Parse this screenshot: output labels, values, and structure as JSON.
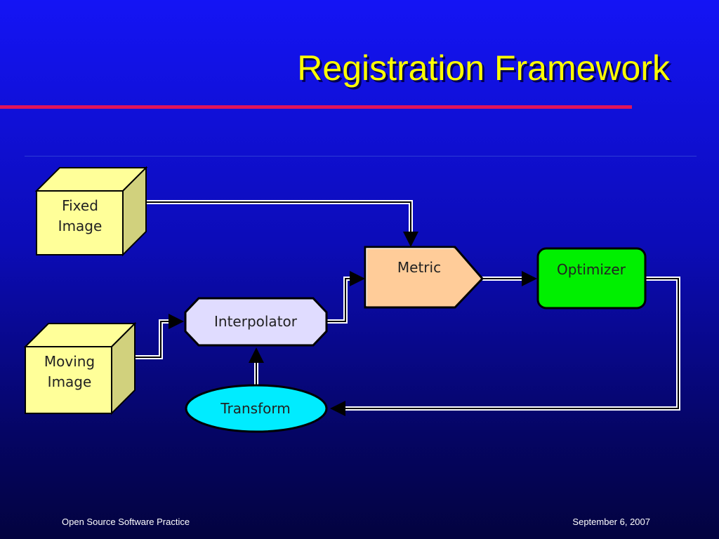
{
  "slide": {
    "title": "Registration Framework",
    "footer_left": "Open Source Software Practice",
    "footer_right": "September 6, 2007"
  },
  "diagram": {
    "nodes": {
      "fixed_image": {
        "line1": "Fixed",
        "line2": "Image",
        "color": "#ffff99"
      },
      "moving_image": {
        "line1": "Moving",
        "line2": "Image",
        "color": "#ffff99"
      },
      "metric": {
        "label": "Metric",
        "color": "#ffcc99"
      },
      "optimizer": {
        "label": "Optimizer",
        "color": "#00f000"
      },
      "interpolator": {
        "label": "Interpolator",
        "color": "#e0dcff"
      },
      "transform": {
        "label": "Transform",
        "color": "#00ecff"
      }
    },
    "edges": [
      {
        "from": "Fixed Image",
        "to": "Metric"
      },
      {
        "from": "Moving Image",
        "to": "Interpolator"
      },
      {
        "from": "Interpolator",
        "to": "Metric"
      },
      {
        "from": "Metric",
        "to": "Optimizer"
      },
      {
        "from": "Optimizer",
        "to": "Transform"
      },
      {
        "from": "Transform",
        "to": "Interpolator"
      }
    ]
  }
}
